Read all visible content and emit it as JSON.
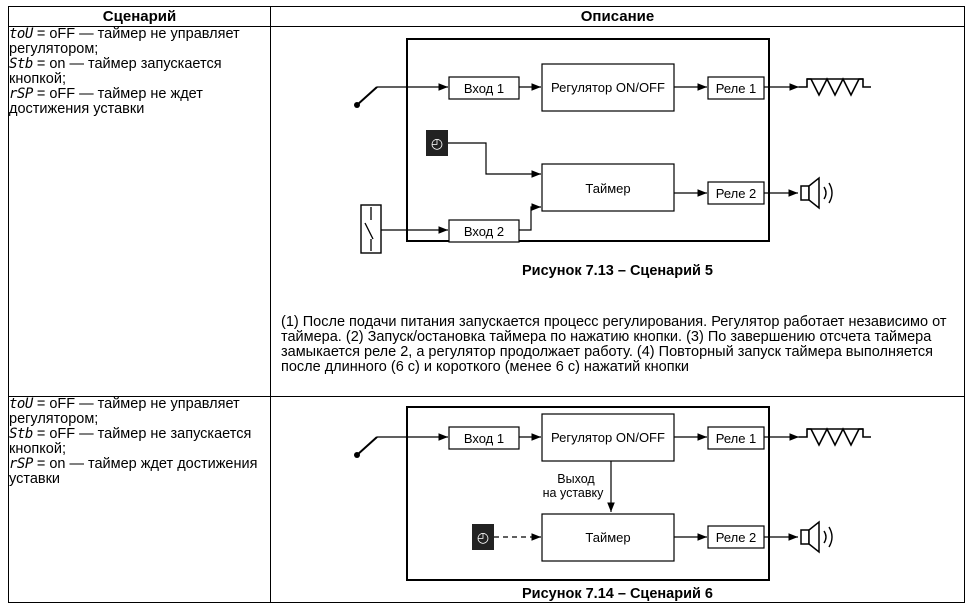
{
  "table": {
    "header": {
      "col1": "Сценарий",
      "col2": "Описание"
    },
    "rows": [
      {
        "scenario_lines": [
          {
            "code": "toU",
            "text": " = oFF — таймер не управляет регулятором;"
          },
          {
            "code": "Stb",
            "text": " = on — таймер запускается кнопкой;"
          },
          {
            "code": "rSP",
            "text": " = oFF — таймер не ждет достижения уставки"
          }
        ],
        "diagram": {
          "input1": "Вход 1",
          "regulator": "Регулятор ON/OFF",
          "relay1": "Реле 1",
          "timer": "Таймер",
          "input2": "Вход 2",
          "relay2": "Реле 2"
        },
        "caption": "Рисунок 7.13 – Сценарий 5",
        "description": "(1) После подачи питания запускается процесс регулирования. Регулятор работает независимо от таймера. (2) Запуск/остановка таймера по нажатию кнопки. (3) По завершению отсчета таймера замыкается реле 2, а регулятор продолжает работу. (4) Повторный запуск таймера выполняется после длинного (6 с) и короткого (менее 6 с) нажатий кнопки"
      },
      {
        "scenario_lines": [
          {
            "code": "toU",
            "text": " = oFF — таймер не управляет регулятором;"
          },
          {
            "code": "Stb",
            "text": " = oFF — таймер не запускается кнопкой;"
          },
          {
            "code": "rSP",
            "text": " = on — таймер ждет достижения уставки"
          }
        ],
        "diagram": {
          "input1": "Вход 1",
          "regulator": "Регулятор ON/OFF",
          "relay1": "Реле 1",
          "output_label_1": "Выход",
          "output_label_2": "на уставку",
          "timer": "Таймер",
          "relay2": "Реле 2"
        },
        "caption": "Рисунок 7.14 – Сценарий 6"
      }
    ]
  }
}
